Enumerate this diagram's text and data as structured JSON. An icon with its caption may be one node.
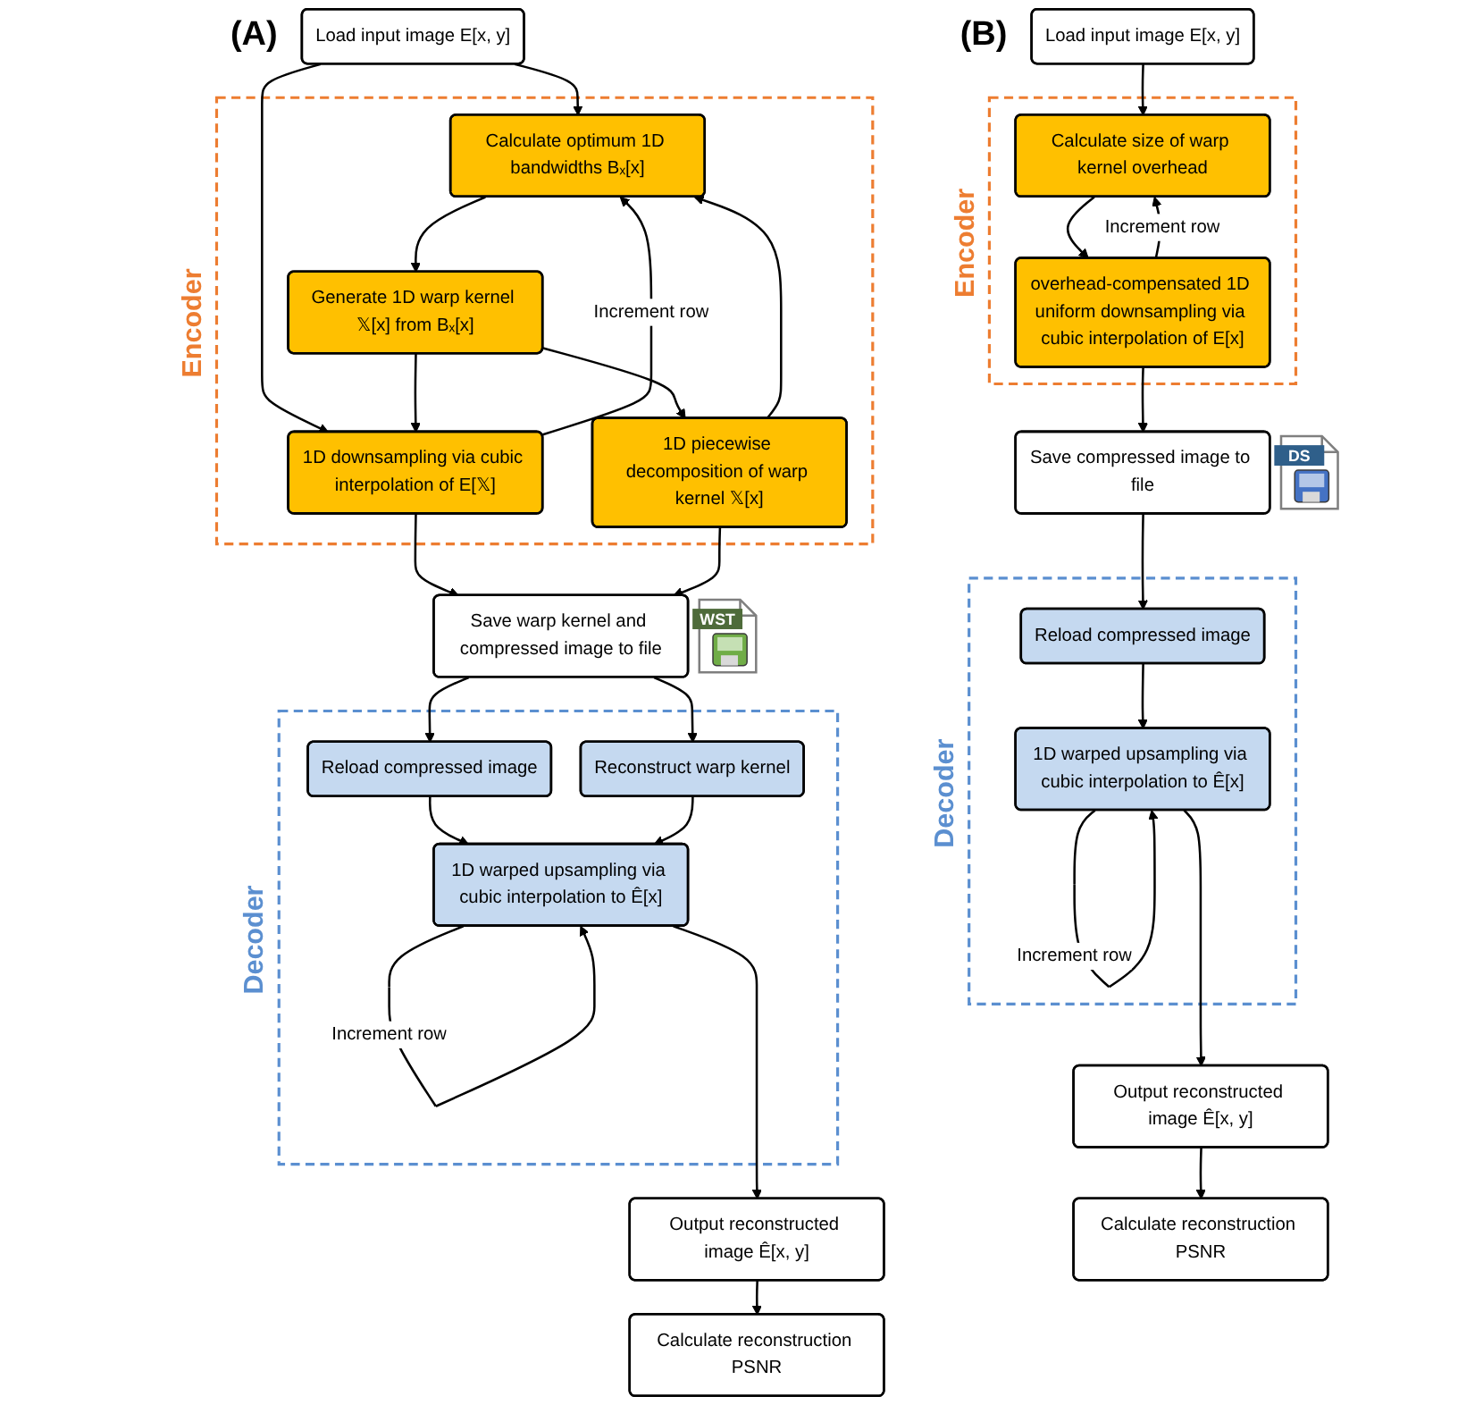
{
  "diagram": {
    "nodes": [
      {
        "text": [
          "Load input image E[x, y]"
        ]
      },
      {
        "text": [
          "Encoder"
        ]
      },
      {
        "text": [
          "Calculate optimum 1D bandwidths Bₓ[x]"
        ],
        "in": 1
      },
      {
        "text": [
          "Generate 1D warp kernel 𝕏[x] from Bₓ[x]"
        ],
        "in": 1
      },
      {
        "text": [
          "1D piecewise decomposition of warp kernel 𝕏[x]"
        ],
        "in": 1
      },
      {
        "text": [
          "1D downsampling via cubic interpolation of E[𝕏]"
        ],
        "in": 1
      },
      {
        "text": [
          "Save warp kernel and compressed image to file"
        ],
        "beside": [
          "WST"
        ]
      },
      {
        "text": [
          "Decoder"
        ]
      },
      {
        "text": [
          "Reload compressed image"
        ],
        "in": 7
      },
      {
        "text": [
          "Reconstruct warp kernel"
        ],
        "in": 7
      },
      {
        "text": [
          "1D warped upsampling via cubic interpolation to Ê[x]"
        ],
        "in": 7
      },
      {
        "text": [
          "Output reconstructed image Ê[x, y]"
        ]
      },
      {
        "text": [
          "Calculate reconstruction PSNR"
        ]
      },
      {
        "text": [
          "Load input image E[x, y]"
        ]
      },
      {
        "text": [
          "Encoder"
        ]
      },
      {
        "text": [
          "Calculate size of warp kernel overhead"
        ],
        "in": 14
      },
      {
        "text": [
          "overhead-compensated 1D uniform downsampling via cubic interpolation of E[x]"
        ],
        "in": 14
      },
      {
        "text": [
          "Save compressed image to file"
        ],
        "beside": [
          "DS"
        ]
      },
      {
        "text": [
          "Decoder"
        ]
      },
      {
        "text": [
          "Reload compressed image"
        ],
        "in": 18
      },
      {
        "text": [
          "1D warped upsampling via cubic interpolation to Ê[x]"
        ],
        "in": 18
      },
      {
        "text": [
          "Output reconstructed image Ê[x, y]"
        ]
      },
      {
        "text": [
          "Calculate reconstruction PSNR"
        ]
      }
    ],
    "edges": [
      {
        "from": 0,
        "to": 2,
        "arrow": "to"
      },
      {
        "from": 0,
        "to": 5,
        "arrow": "to"
      },
      {
        "from": 2,
        "to": 3,
        "arrow": "to"
      },
      {
        "from": 3,
        "to": 4,
        "arrow": "to"
      },
      {
        "from": 3,
        "to": 5,
        "arrow": "to"
      },
      {
        "from": 5,
        "to": 6,
        "arrow": "to"
      },
      {
        "from": 4,
        "to": 6,
        "arrow": "to"
      },
      {
        "from": 5,
        "to": 2,
        "arrow": "to",
        "label": "Increment row"
      },
      {
        "from": 4,
        "to": 2,
        "arrow": "to"
      },
      {
        "from": 6,
        "to": 8,
        "arrow": "to"
      },
      {
        "from": 6,
        "to": 9,
        "arrow": "to"
      },
      {
        "from": 8,
        "to": 10,
        "arrow": "to"
      },
      {
        "from": 9,
        "to": 10,
        "arrow": "to"
      },
      {
        "from": 10,
        "to": 11,
        "arrow": "to"
      },
      {
        "from": 10,
        "to": 10,
        "arrow": "to",
        "label": "Increment row"
      },
      {
        "from": 11,
        "to": 12,
        "arrow": "to"
      },
      {
        "from": 13,
        "to": 15,
        "arrow": "to"
      },
      {
        "from": 15,
        "to": 16,
        "arrow": "to"
      },
      {
        "from": 16,
        "to": 15,
        "arrow": "to",
        "label": "Increment row"
      },
      {
        "from": 16,
        "to": 17,
        "arrow": "to"
      },
      {
        "from": 17,
        "to": 19,
        "arrow": "to"
      },
      {
        "from": 19,
        "to": 20,
        "arrow": "to"
      },
      {
        "from": 20,
        "to": 20,
        "arrow": "to",
        "label": "Increment row"
      },
      {
        "from": 20,
        "to": 21,
        "arrow": "to"
      },
      {
        "from": 21,
        "to": 22,
        "arrow": "to"
      }
    ],
    "labels": [
      "(A)",
      "(B)"
    ]
  }
}
